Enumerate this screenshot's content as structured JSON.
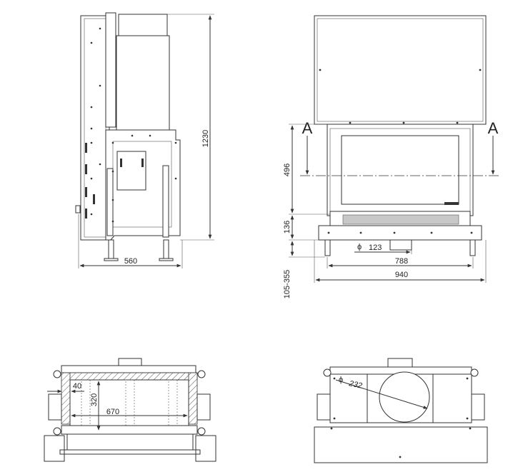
{
  "side_view": {
    "height_dim": "1230",
    "width_dim": "560"
  },
  "front_view": {
    "section_left": "A",
    "section_right": "A",
    "dim_496": "496",
    "dim_136": "136",
    "dim_flue": "123",
    "flue_symbol": "ϕ",
    "dim_788": "788",
    "dim_940": "940",
    "dim_legs": "105-355"
  },
  "section_view": {
    "dim_40": "40",
    "dim_320": "320",
    "dim_670": "670"
  },
  "top_view": {
    "dim_232": "232",
    "flue_symbol": "ϕ"
  }
}
